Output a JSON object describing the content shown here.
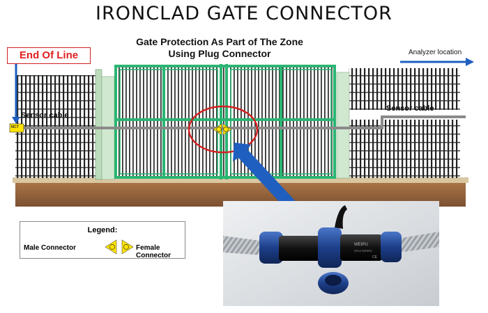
{
  "title": "IRONCLAD GATE CONNECTOR",
  "subtitle_line1": "Gate Protection As Part of The Zone",
  "subtitle_line2": "Using Plug Connector",
  "end_of_line": "End Of Line",
  "analyzer_location": "Analyzer location",
  "sensor_cable_left": "Sensor cable",
  "sensor_cable_right": "Sensor cable",
  "eol_box_label": "MCT",
  "legend": {
    "title": "Legend:",
    "male": "Male Connector",
    "female": "Female Connector"
  },
  "photo_text": {
    "line1": "WEIPU",
    "line2": "SP13 SERIES",
    "ce": "CE"
  },
  "colors": {
    "accent_red": "#e02020",
    "arrow_blue": "#1f5fbf",
    "gate_green": "#2bb573",
    "connector_yellow": "#ffe400",
    "ground_brown": "#9c6b3f"
  }
}
